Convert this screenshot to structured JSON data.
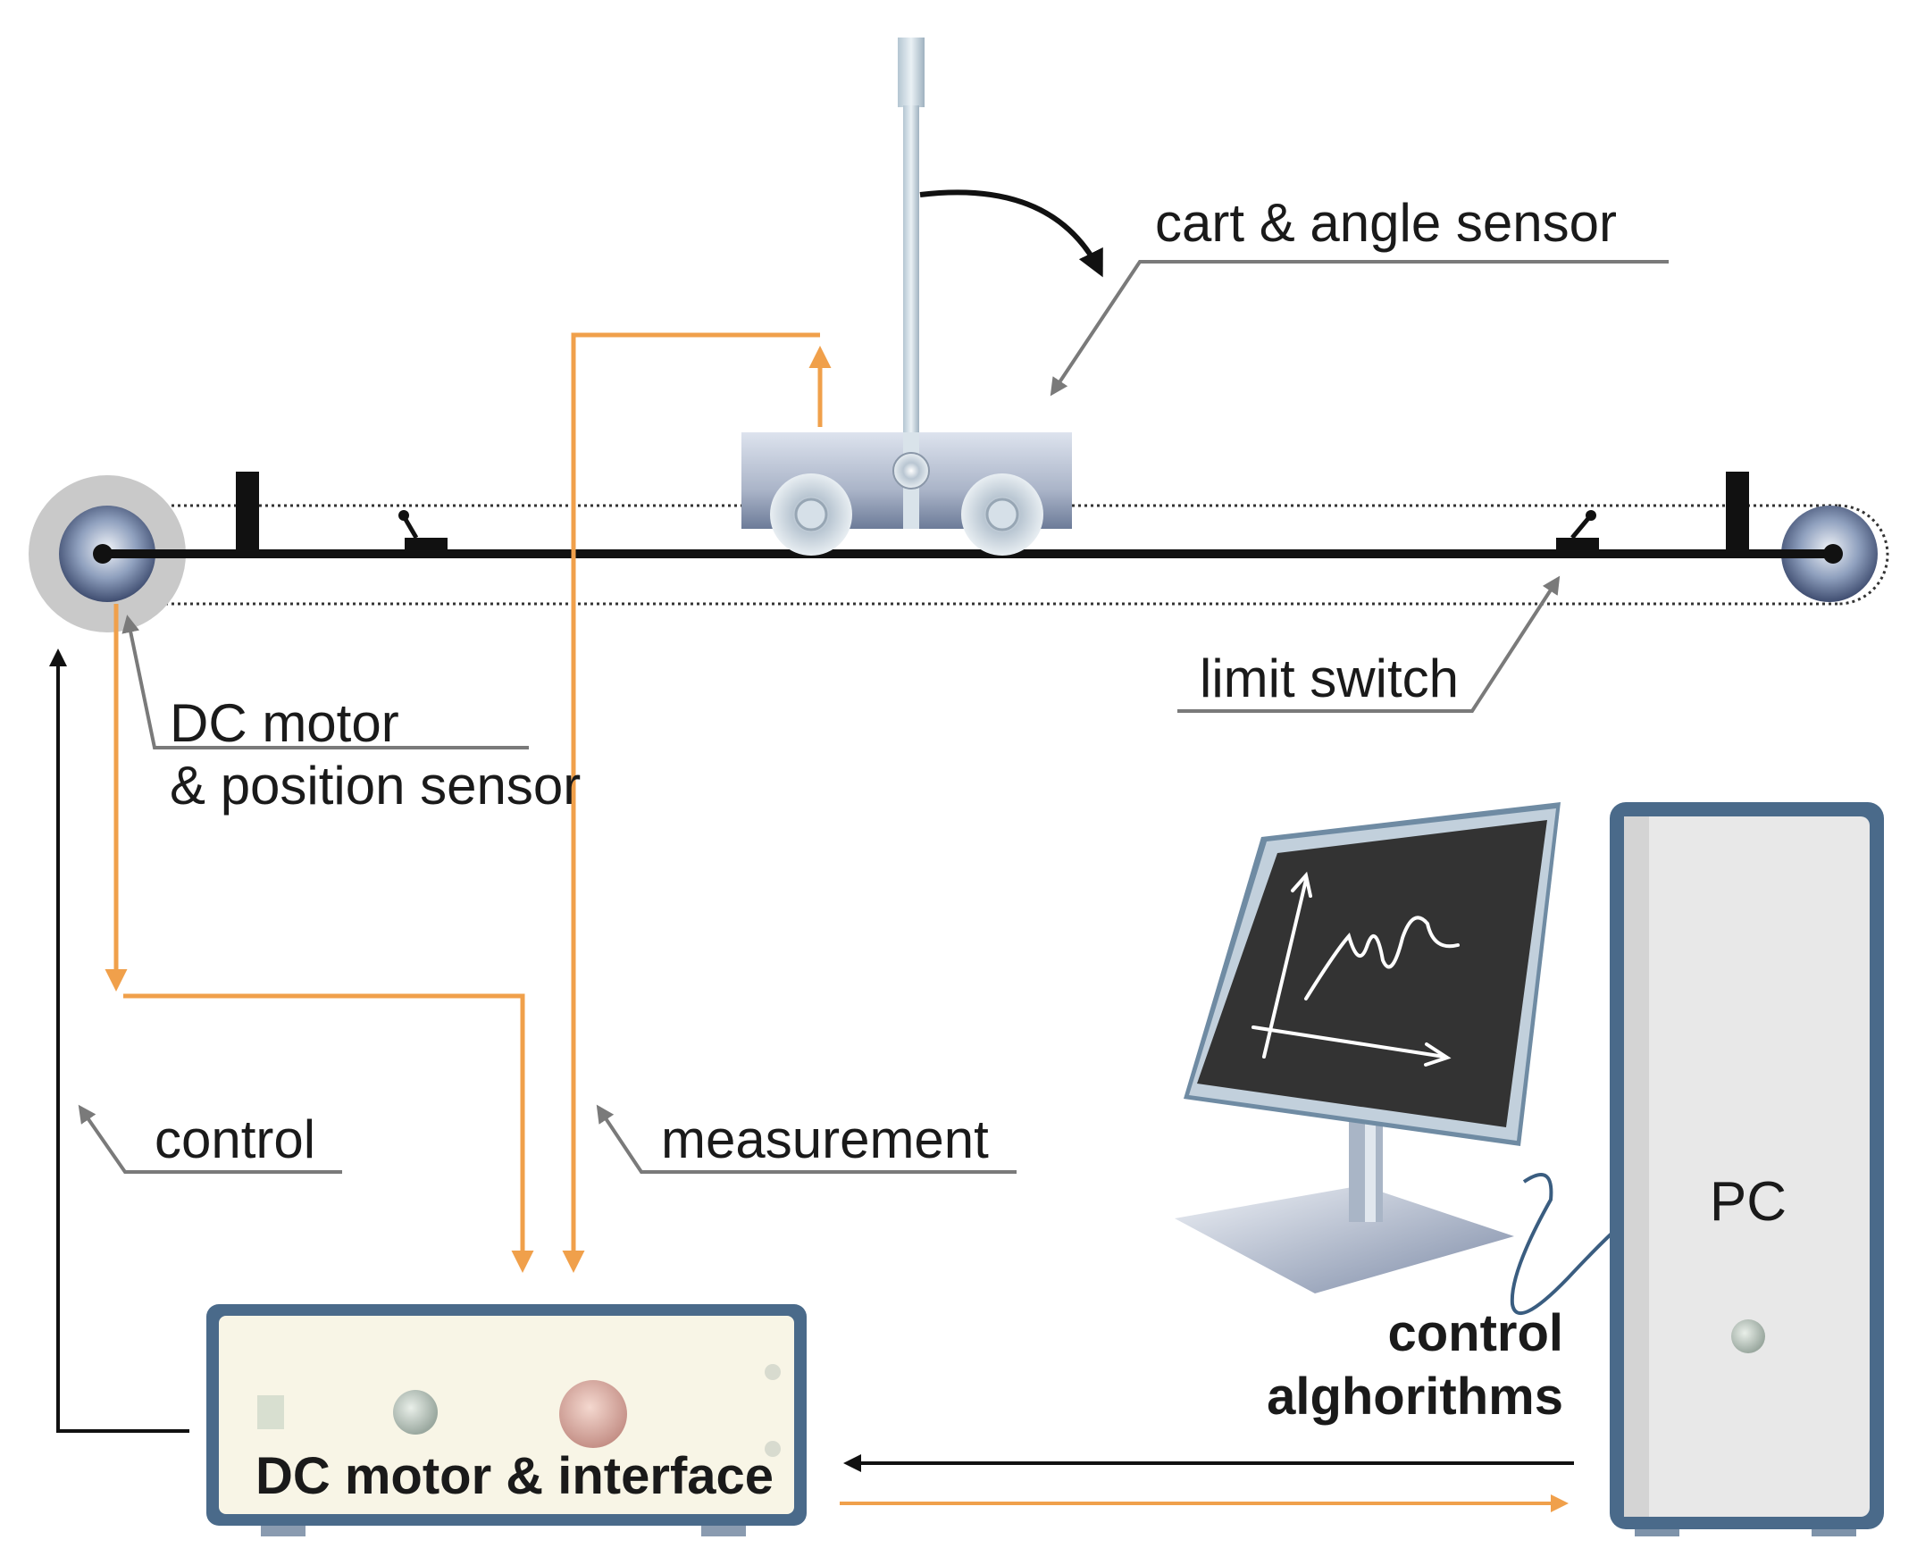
{
  "labels": {
    "cart_angle_sensor": "cart & angle sensor",
    "limit_switch": "limit switch",
    "dc_motor_line1": "DC motor",
    "dc_motor_line2": "& position sensor",
    "control": "control",
    "measurement": "measurement",
    "control_algorithms_line1": "control",
    "control_algorithms_line2": "alghorithms",
    "pc": "PC",
    "interface_box": "DC motor & interface"
  },
  "colors": {
    "measurement_signal": "#f0a04b",
    "control_signal": "#111111",
    "pointer": "#7a7a7a",
    "interface_face": "#f8f5e6",
    "case_border": "#4a6a8a",
    "pc_body": "#e8e8e8",
    "monitor_screen": "#333333"
  },
  "icons": {
    "monitor": "monitor-icon",
    "pc_tower": "pc-tower-icon",
    "rotation_arrow": "rotation-arrow-icon"
  }
}
